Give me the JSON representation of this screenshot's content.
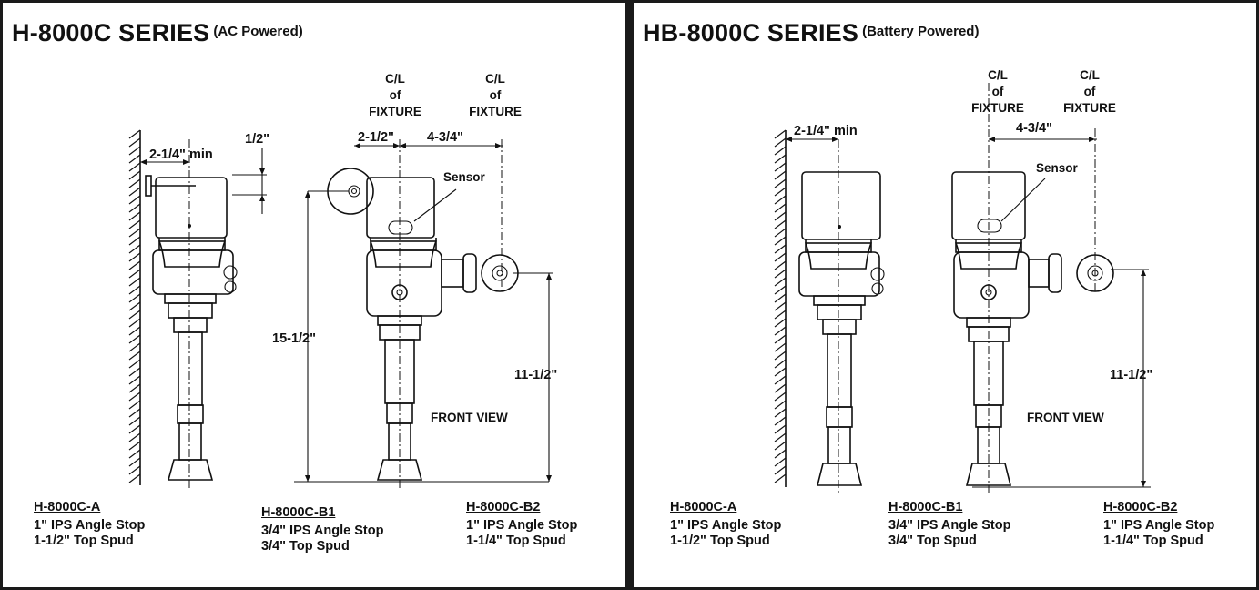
{
  "left": {
    "title": "H-8000C SERIES",
    "subtitle": "(AC Powered)",
    "dims": {
      "wall_min": "2-1/4\" min",
      "half": "1/2\"",
      "offset": "2-1/2\"",
      "spacing": "4-3/4\"",
      "height_a": "15-1/2\"",
      "height_b": "11-1/2\""
    },
    "cl1": [
      "C/L",
      "of",
      "FIXTURE"
    ],
    "cl2": [
      "C/L",
      "of",
      "FIXTURE"
    ],
    "sensor": "Sensor",
    "front_view": "FRONT VIEW",
    "models": [
      {
        "name": "H-8000C-A",
        "line1": "1\" IPS Angle Stop",
        "line2": "1-1/2\" Top Spud"
      },
      {
        "name": "H-8000C-B1",
        "line1": "3/4\" IPS Angle Stop",
        "line2": "3/4\" Top Spud"
      },
      {
        "name": "H-8000C-B2",
        "line1": "1\" IPS Angle Stop",
        "line2": "1-1/4\" Top Spud"
      }
    ]
  },
  "right": {
    "title": "HB-8000C SERIES",
    "subtitle": "(Battery Powered)",
    "dims": {
      "wall_min": "2-1/4\" min",
      "spacing": "4-3/4\"",
      "height_b": "11-1/2\""
    },
    "cl1": [
      "C/L",
      "of",
      "FIXTURE"
    ],
    "cl2": [
      "C/L",
      "of",
      "FIXTURE"
    ],
    "sensor": "Sensor",
    "front_view": "FRONT VIEW",
    "models": [
      {
        "name": "H-8000C-A",
        "line1": "1\" IPS Angle Stop",
        "line2": "1-1/2\" Top Spud"
      },
      {
        "name": "H-8000C-B1",
        "line1": "3/4\" IPS Angle Stop",
        "line2": "3/4\" Top Spud"
      },
      {
        "name": "H-8000C-B2",
        "line1": "1\" IPS Angle Stop",
        "line2": "1-1/4\" Top Spud"
      }
    ]
  }
}
